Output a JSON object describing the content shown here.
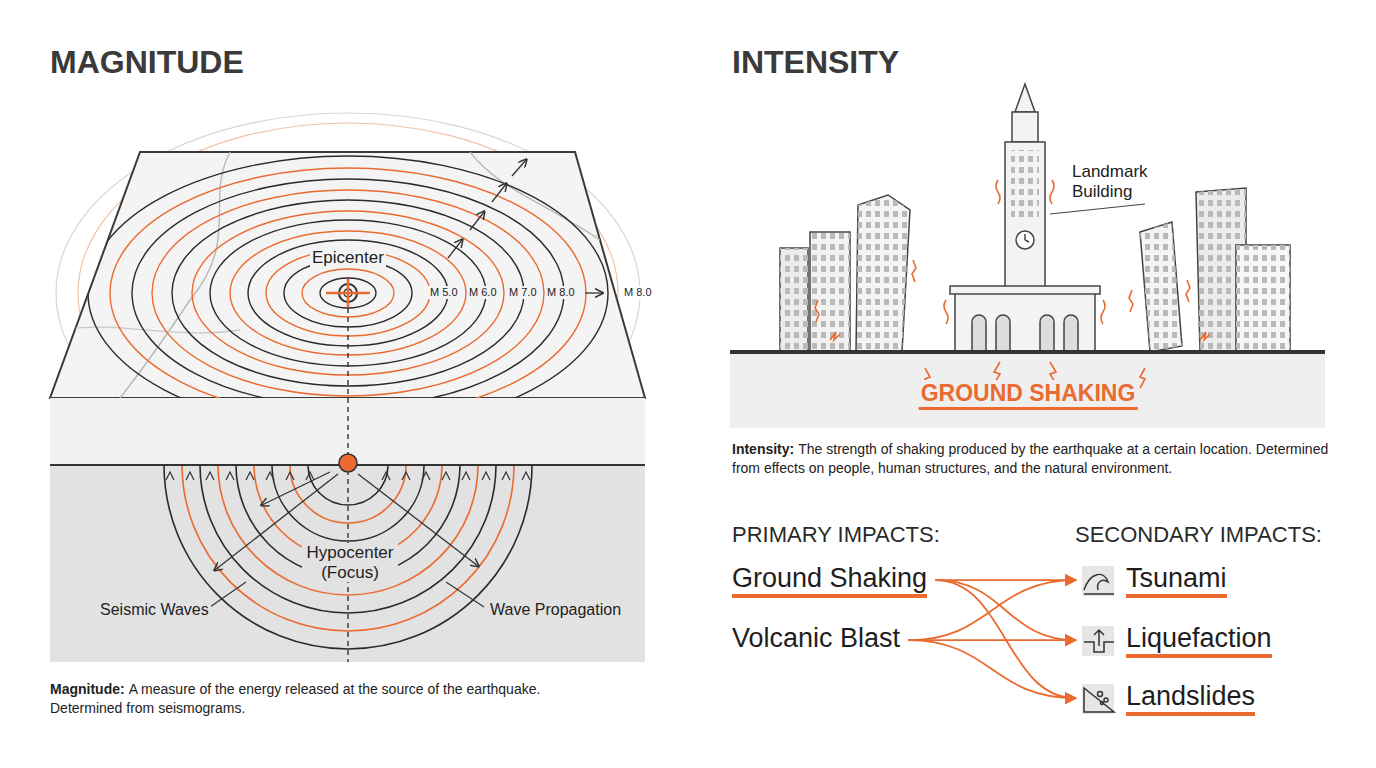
{
  "diagram": {
    "nodes": [
      {
        "text": [
          "Ground Shaking"
        ]
      },
      {
        "text": [
          "Volcanic Blast"
        ]
      },
      {
        "text": [
          "Tsunami"
        ]
      },
      {
        "text": [
          "Liquefaction"
        ]
      },
      {
        "text": [
          "Landslides"
        ]
      }
    ],
    "edges": [
      {
        "from": 0,
        "to": 2,
        "arrow": "to"
      },
      {
        "from": 0,
        "to": 3,
        "arrow": "to"
      },
      {
        "from": 0,
        "to": 4,
        "arrow": "to"
      },
      {
        "from": 1,
        "to": 2,
        "arrow": "to"
      },
      {
        "from": 1,
        "to": 3,
        "arrow": "to"
      },
      {
        "from": 1,
        "to": 4,
        "arrow": "to"
      }
    ],
    "labels": [
      "MAGNITUDE",
      "Epicenter",
      "M 5.0",
      "M 6.0",
      "M 7.0",
      "M 8.0",
      "M 8.0",
      "Hypocenter (Focus)",
      "Seismic Waves",
      "Wave Propagation",
      "Magnitude:",
      "A measure of the energy released at the source of the earthquake. Determined from seismograms.",
      "INTENSITY",
      "Landmark Building",
      "GROUND SHAKING",
      "Intensity:",
      "The strength of shaking produced by the earthquake at a certain location. Determined from effects on people, human structures, and the natural environment.",
      "PRIMARY IMPACTS:",
      "SECONDARY IMPACTS:"
    ]
  }
}
